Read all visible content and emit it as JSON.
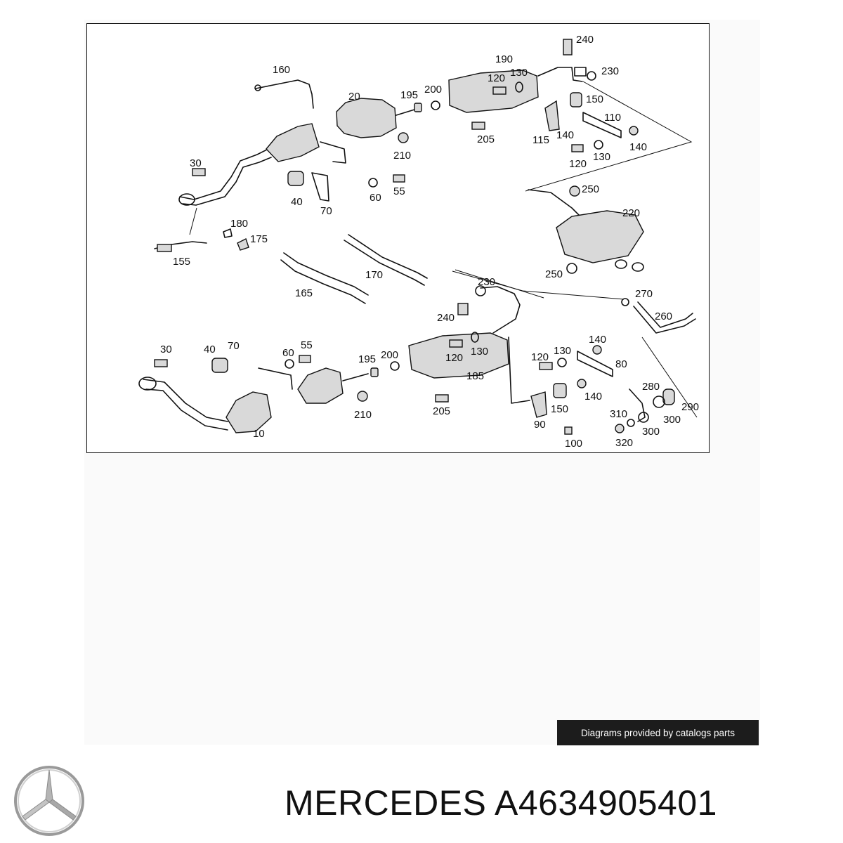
{
  "diagram": {
    "callouts": [
      {
        "id": "c240a",
        "text": "240"
      },
      {
        "id": "c190",
        "text": "190"
      },
      {
        "id": "c230a",
        "text": "230"
      },
      {
        "id": "c160",
        "text": "160"
      },
      {
        "id": "c120a",
        "text": "120"
      },
      {
        "id": "c130a",
        "text": "130"
      },
      {
        "id": "c20",
        "text": "20"
      },
      {
        "id": "c195a",
        "text": "195"
      },
      {
        "id": "c200a",
        "text": "200"
      },
      {
        "id": "c150a",
        "text": "150"
      },
      {
        "id": "c110",
        "text": "110"
      },
      {
        "id": "c205a",
        "text": "205"
      },
      {
        "id": "c115",
        "text": "115"
      },
      {
        "id": "c140a",
        "text": "140"
      },
      {
        "id": "c140b",
        "text": "140"
      },
      {
        "id": "c210a",
        "text": "210"
      },
      {
        "id": "c120b",
        "text": "120"
      },
      {
        "id": "c130b",
        "text": "130"
      },
      {
        "id": "c30a",
        "text": "30"
      },
      {
        "id": "c40a",
        "text": "40"
      },
      {
        "id": "c70a",
        "text": "70"
      },
      {
        "id": "c60a",
        "text": "60"
      },
      {
        "id": "c55a",
        "text": "55"
      },
      {
        "id": "c250a",
        "text": "250"
      },
      {
        "id": "c220",
        "text": "220"
      },
      {
        "id": "c180",
        "text": "180"
      },
      {
        "id": "c175",
        "text": "175"
      },
      {
        "id": "c155",
        "text": "155"
      },
      {
        "id": "c170",
        "text": "170"
      },
      {
        "id": "c250b",
        "text": "250"
      },
      {
        "id": "c165",
        "text": "165"
      },
      {
        "id": "c230b",
        "text": "230"
      },
      {
        "id": "c270",
        "text": "270"
      },
      {
        "id": "c260",
        "text": "260"
      },
      {
        "id": "c240b",
        "text": "240"
      },
      {
        "id": "c30b",
        "text": "30"
      },
      {
        "id": "c40b",
        "text": "40"
      },
      {
        "id": "c70b",
        "text": "70"
      },
      {
        "id": "c60b",
        "text": "60"
      },
      {
        "id": "c55b",
        "text": "55"
      },
      {
        "id": "c195b",
        "text": "195"
      },
      {
        "id": "c200b",
        "text": "200"
      },
      {
        "id": "c130c",
        "text": "130"
      },
      {
        "id": "c120c",
        "text": "120"
      },
      {
        "id": "c185",
        "text": "185"
      },
      {
        "id": "c140c",
        "text": "140"
      },
      {
        "id": "c120d",
        "text": "120"
      },
      {
        "id": "c130d",
        "text": "130"
      },
      {
        "id": "c80",
        "text": "80"
      },
      {
        "id": "c140d",
        "text": "140"
      },
      {
        "id": "c280",
        "text": "280"
      },
      {
        "id": "c290",
        "text": "290"
      },
      {
        "id": "c210b",
        "text": "210"
      },
      {
        "id": "c205b",
        "text": "205"
      },
      {
        "id": "c150b",
        "text": "150"
      },
      {
        "id": "c310",
        "text": "310"
      },
      {
        "id": "c300a",
        "text": "300"
      },
      {
        "id": "c300b",
        "text": "300"
      },
      {
        "id": "c10",
        "text": "10"
      },
      {
        "id": "c90",
        "text": "90"
      },
      {
        "id": "c100",
        "text": "100"
      },
      {
        "id": "c320",
        "text": "320"
      }
    ]
  },
  "credit": "Diagrams provided by catalogs parts",
  "brand": {
    "logo_icon": "mercedes-star-icon"
  },
  "part_caption": "MERCEDES A4634905401"
}
